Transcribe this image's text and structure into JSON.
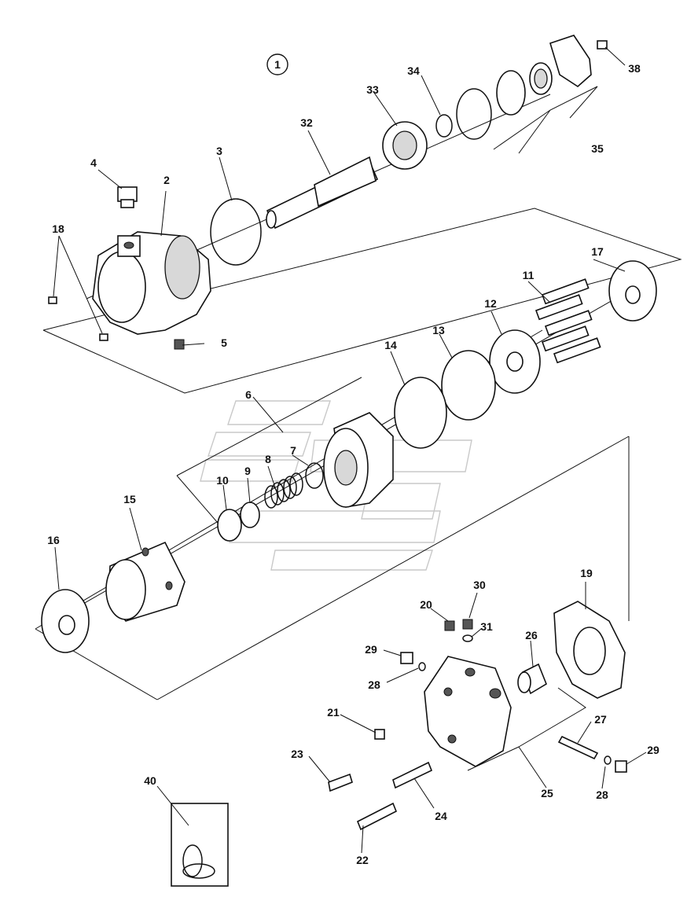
{
  "diagram": {
    "view_number": "1",
    "callouts": [
      "2",
      "3",
      "4",
      "5",
      "6",
      "7",
      "8",
      "9",
      "10",
      "11",
      "12",
      "13",
      "14",
      "15",
      "16",
      "17",
      "18",
      "19",
      "20",
      "21",
      "22",
      "23",
      "24",
      "25",
      "26",
      "27",
      "28",
      "29",
      "30",
      "31",
      "32",
      "33",
      "34",
      "35",
      "38",
      "40"
    ]
  }
}
